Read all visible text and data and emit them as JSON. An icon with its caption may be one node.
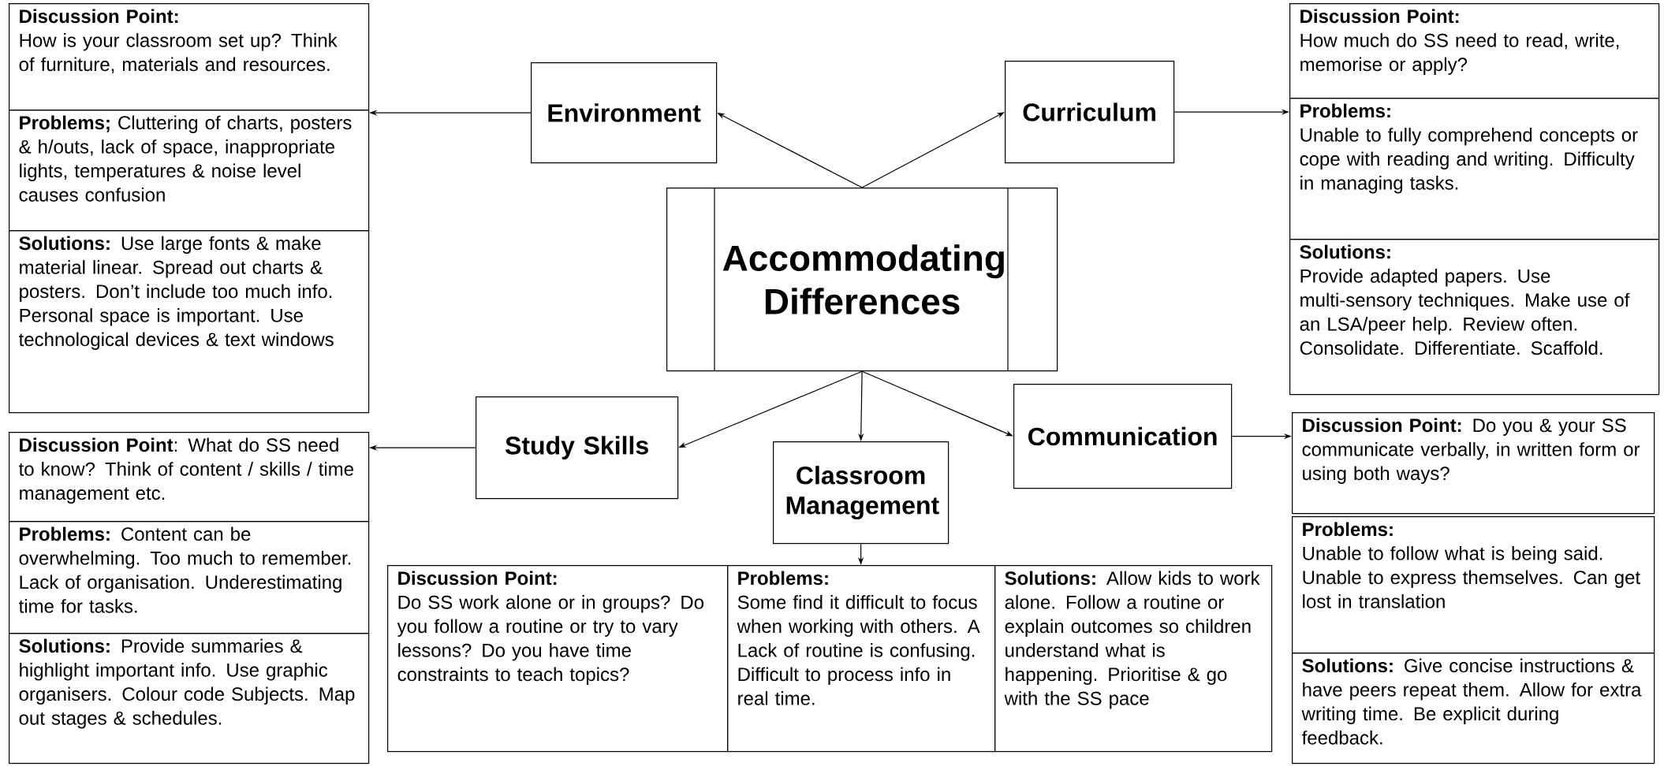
{
  "diagram": {
    "nodes": [
      {
        "text": [
          "Discussion Point:",
          "How is your classroom set up? Think of furniture, materials and resources."
        ]
      },
      {
        "text": [
          "**Problems;** Cluttering of charts, posters & h/outs, lack of space, inappropriate lights, temperatures & noise level causes confusion"
        ]
      },
      {
        "text": [
          "**Solutions:** Use large fonts & make material linear. Spread out charts & posters. Don’t include too much info. Personal space is important. Use technological devices & text windows"
        ]
      },
      {
        "text": [
          "Environment"
        ]
      },
      {
        "text": [
          "Curriculum"
        ]
      },
      {
        "text": [
          "Discussion Point:",
          "How much do SS need to read, write, memorise or apply?"
        ]
      },
      {
        "text": [
          "Problems:",
          "Unable to fully comprehend concepts or cope with reading and writing. Difficulty in managing tasks."
        ]
      },
      {
        "text": [
          "Solutions:",
          "Provide adapted papers. Use multi-sensory techniques. Make use of an LSA/peer help. Review often. Consolidate. Differentiate. Scaffold."
        ]
      },
      {
        "text": [
          "Accommodating Differences"
        ]
      },
      {
        "text": [
          "Study Skills"
        ]
      },
      {
        "text": [
          "Communication"
        ]
      },
      {
        "text": [
          "Classroom Management"
        ]
      },
      {
        "text": [
          "**Discussion Point**: What do SS need to know? Think of content / skills / time management etc."
        ]
      },
      {
        "text": [
          "**Problems:** Content can be overwhelming. Too much to remember. Lack of organisation. Underestimating time for tasks."
        ]
      },
      {
        "text": [
          "**Solutions:** Provide summaries & highlight important info. Use graphic organisers. Colour code Subjects. Map out stages & schedules."
        ]
      },
      {
        "text": [
          "Discussion Point:",
          "Do SS work alone or in groups? Do you follow a routine or try to vary lessons? Do you have time constraints to teach topics?"
        ]
      },
      {
        "text": [
          "Problems:",
          "Some find it difficult to focus when working with others. A Lack of routine is confusing. Difficult to process info in real time."
        ]
      },
      {
        "text": [
          "**Solutions:** Allow kids to work alone. Follow a routine or explain outcomes so children understand what is happening. Prioritise & go with the SS pace"
        ]
      },
      {
        "text": [
          "**Discussion Point:** Do you & your SS communicate verbally, in written form or using both ways?"
        ]
      },
      {
        "text": [
          "Problems:",
          "Unable to follow what is being said. Unable to express themselves. Can get lost in translation"
        ]
      },
      {
        "text": [
          "**Solutions:** Give concise instructions & have peers repeat them. Allow for extra writing time. Be explicit during feedback."
        ]
      }
    ],
    "edges": [
      {
        "from": 3,
        "to": 0,
        "arrow": "to"
      },
      {
        "from": 8,
        "to": 3,
        "arrow": "to"
      },
      {
        "from": 8,
        "to": 4,
        "arrow": "to"
      },
      {
        "from": 4,
        "to": 5,
        "arrow": "to"
      },
      {
        "from": 8,
        "to": 9,
        "arrow": "to"
      },
      {
        "from": 8,
        "to": 11,
        "arrow": "to"
      },
      {
        "from": 8,
        "to": 10,
        "arrow": "to"
      },
      {
        "from": 9,
        "to": 12,
        "arrow": "to"
      },
      {
        "from": 11,
        "to": 16,
        "arrow": "to"
      },
      {
        "from": 10,
        "to": 18,
        "arrow": "to"
      }
    ]
  }
}
